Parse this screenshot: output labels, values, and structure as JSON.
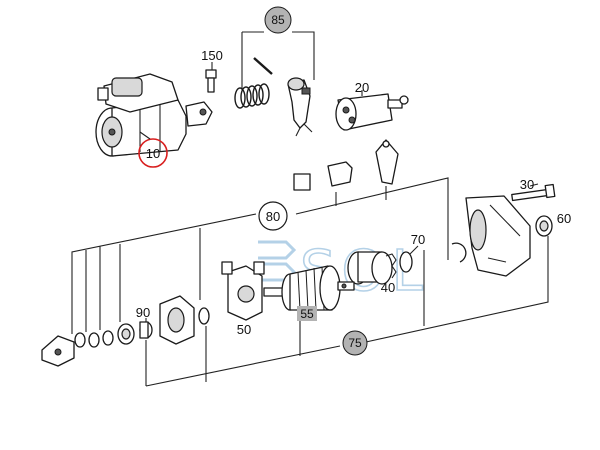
{
  "callouts": {
    "c10": "10",
    "c20": "20",
    "c30": "30",
    "c40": "40",
    "c50": "50",
    "c55": "55",
    "c60": "60",
    "c70": "70",
    "c75": "75",
    "c80": "80",
    "c85": "85",
    "c90": "90",
    "c150": "150"
  },
  "watermark": {
    "text": "SOL"
  },
  "colors": {
    "highlight_ring": "#d81e1e",
    "badge_fill": "#b3b3b3",
    "watermark": "#a7c9e3"
  }
}
